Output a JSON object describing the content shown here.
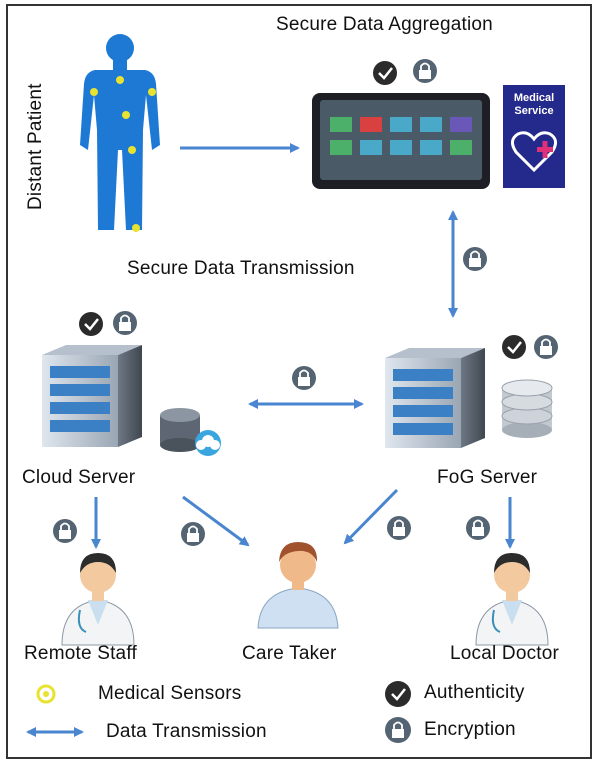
{
  "labels": {
    "secure_aggregation": "Secure Data Aggregation",
    "distant_patient": "Distant Patient",
    "secure_transmission": "Secure Data Transmission",
    "cloud_server": "Cloud Server",
    "fog_server": "FoG Server",
    "remote_staff": "Remote Staff",
    "care_taker": "Care Taker",
    "local_doctor": "Local Doctor"
  },
  "medical_service": {
    "line1": "Medical",
    "line2": "Service"
  },
  "legend": {
    "sensors": "Medical Sensors",
    "data_transmission": "Data Transmission",
    "authenticity": "Authenticity",
    "encryption": "Encryption"
  },
  "icons": [
    "human-body-icon",
    "tablet-dashboard-icon",
    "medical-service-icon",
    "server-icon",
    "database-icon",
    "cloud-icon",
    "doctor-icon",
    "caretaker-icon",
    "lock-icon",
    "authenticity-badge-icon",
    "sensor-icon"
  ],
  "colors": {
    "arrow": "#4a86d0",
    "body": "#1e79d4",
    "sensor": "#e8e230",
    "badge": "#2b2b2b",
    "lock": "#546472"
  }
}
